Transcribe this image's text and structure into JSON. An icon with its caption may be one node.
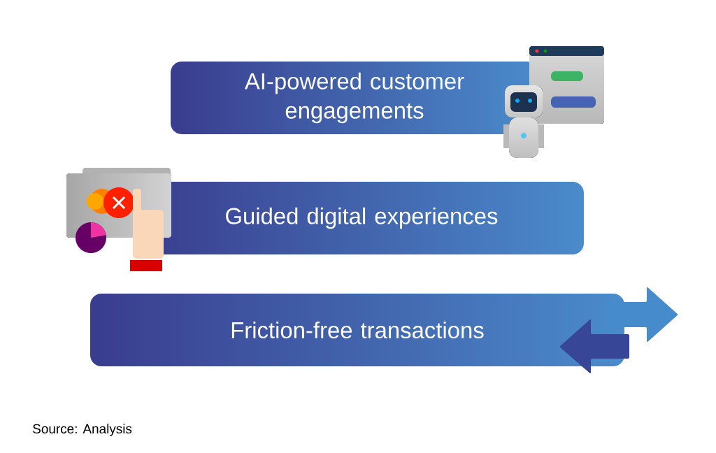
{
  "diagram": {
    "nodes": [
      {
        "text": [
          "AI-powered customer engagements"
        ]
      },
      {
        "text": [
          "Guided digital experiences"
        ]
      },
      {
        "text": [
          "Friction-free transactions"
        ]
      }
    ],
    "labels": [
      "Source: Analysis"
    ]
  }
}
